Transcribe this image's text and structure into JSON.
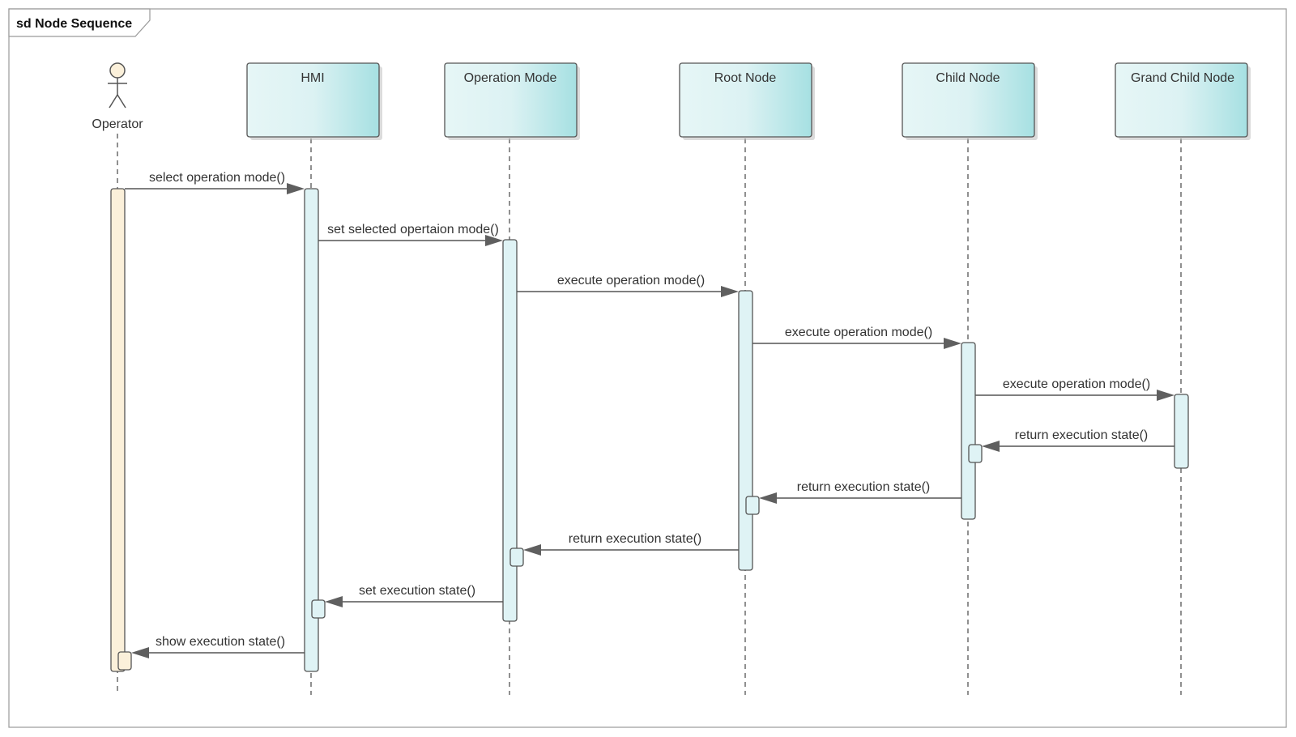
{
  "frame": {
    "title": "sd Node Sequence"
  },
  "actor": {
    "name": "Operator"
  },
  "participants": [
    {
      "id": "hmi",
      "name": "HMI"
    },
    {
      "id": "operation-mode",
      "name": "Operation Mode"
    },
    {
      "id": "root-node",
      "name": "Root Node"
    },
    {
      "id": "child-node",
      "name": "Child Node"
    },
    {
      "id": "grand-child-node",
      "name": "Grand Child Node"
    }
  ],
  "messages": [
    {
      "from": "operator",
      "to": "hmi",
      "label": "select operation mode()"
    },
    {
      "from": "hmi",
      "to": "operation-mode",
      "label": "set selected opertaion mode()"
    },
    {
      "from": "operation-mode",
      "to": "root-node",
      "label": "execute operation mode()"
    },
    {
      "from": "root-node",
      "to": "child-node",
      "label": "execute operation mode()"
    },
    {
      "from": "child-node",
      "to": "grand-child-node",
      "label": "execute operation mode()"
    },
    {
      "from": "grand-child-node",
      "to": "child-node",
      "label": "return execution state()"
    },
    {
      "from": "child-node",
      "to": "root-node",
      "label": "return execution state()"
    },
    {
      "from": "root-node",
      "to": "operation-mode",
      "label": "return execution state()"
    },
    {
      "from": "operation-mode",
      "to": "hmi",
      "label": "set execution state()"
    },
    {
      "from": "hmi",
      "to": "operator",
      "label": "show execution state()"
    }
  ],
  "colors": {
    "participant_fill_light": "#e6f6f6",
    "participant_fill_dark": "#a6e0e2",
    "activation_fill": "#dff3f5",
    "actor_activation_fill": "#fbf0da",
    "actor_head_fill": "#fbf0da",
    "line": "#555555",
    "frame_border": "#999999"
  }
}
